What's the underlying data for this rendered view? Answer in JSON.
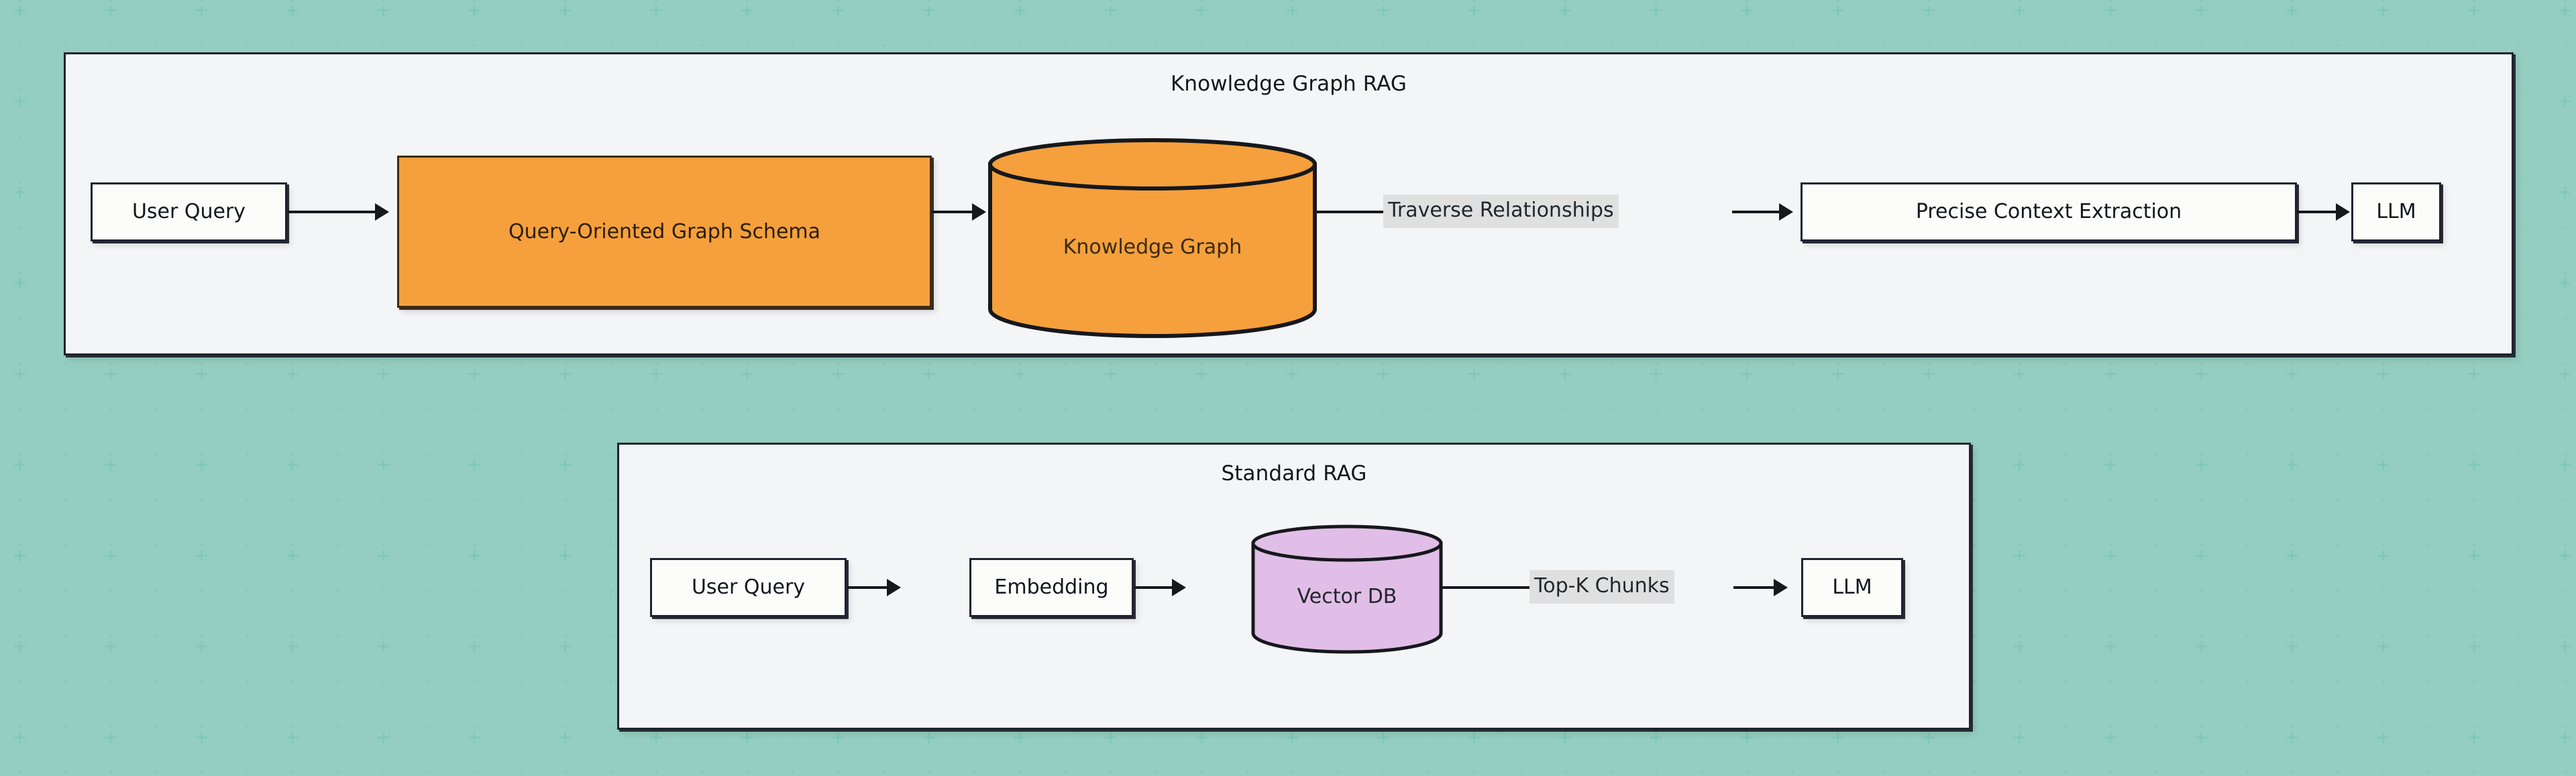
{
  "diagram": {
    "title_hidden": "",
    "colors": {
      "canvas_bg": "#fbfbf9",
      "grid_accent": "#7ac6b5",
      "frame_fill": "#f4f5f7",
      "frame_border": "#1f2330",
      "node_fill": "#fcfcfb",
      "node_border": "#1f2330",
      "accent_orange": "#f5a03c",
      "accent_orange_border": "#3a2a10",
      "cylinder_purple": "#e1bee7",
      "cylinder_purple_border": "#16181d",
      "edge_stroke": "#16181d",
      "edge_label_bg": "#e0e0e0",
      "text": "#13161c"
    },
    "groups": [
      {
        "id": "knowledge-graph-rag",
        "title": "Knowledge Graph RAG",
        "nodes": [
          {
            "id": "kg-user-query",
            "label": "User Query",
            "shape": "rect",
            "style": "plain"
          },
          {
            "id": "kg-schema",
            "label": "Query-Oriented Graph Schema",
            "shape": "rect",
            "style": "accent"
          },
          {
            "id": "kg-store",
            "label": "Knowledge Graph",
            "shape": "cylinder",
            "style": "accent"
          },
          {
            "id": "kg-context",
            "label": "Precise Context Extraction",
            "shape": "rect",
            "style": "plain"
          },
          {
            "id": "kg-llm",
            "label": "LLM",
            "shape": "rect",
            "style": "plain"
          }
        ],
        "edges": [
          {
            "from": "kg-user-query",
            "to": "kg-schema",
            "label": ""
          },
          {
            "from": "kg-schema",
            "to": "kg-store",
            "label": ""
          },
          {
            "from": "kg-store",
            "to": "kg-context",
            "label": "Traverse Relationships"
          },
          {
            "from": "kg-context",
            "to": "kg-llm",
            "label": ""
          }
        ]
      },
      {
        "id": "standard-rag",
        "title": "Standard RAG",
        "nodes": [
          {
            "id": "std-user-query",
            "label": "User Query",
            "shape": "rect",
            "style": "plain"
          },
          {
            "id": "std-embedding",
            "label": "Embedding",
            "shape": "rect",
            "style": "plain"
          },
          {
            "id": "std-vectordb",
            "label": "Vector DB",
            "shape": "cylinder",
            "style": "purple"
          },
          {
            "id": "std-llm",
            "label": "LLM",
            "shape": "rect",
            "style": "plain"
          }
        ],
        "edges": [
          {
            "from": "std-user-query",
            "to": "std-embedding",
            "label": ""
          },
          {
            "from": "std-embedding",
            "to": "std-vectordb",
            "label": ""
          },
          {
            "from": "std-vectordb",
            "to": "std-llm",
            "label": "Top-K Chunks"
          }
        ]
      }
    ]
  }
}
